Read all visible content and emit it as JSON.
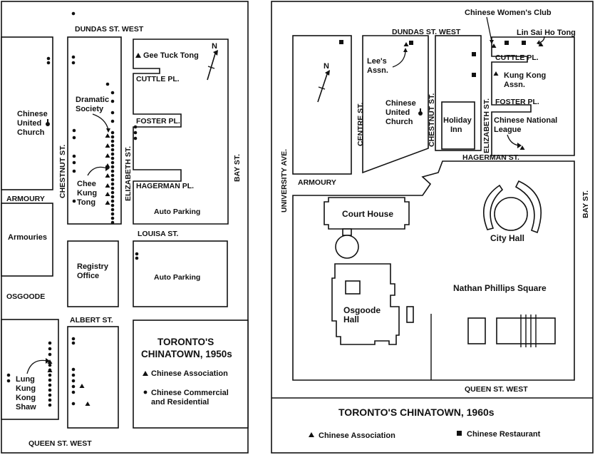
{
  "map1950": {
    "title_line1": "TORONTO'S",
    "title_line2": "CHINATOWN, 1950s",
    "north": "N",
    "streets": {
      "dundas": "DUNDAS ST. WEST",
      "queen": "QUEEN ST. WEST",
      "albert": "ALBERT ST.",
      "louisa": "LOUISA ST.",
      "chestnut": "CHESTNUT ST.",
      "elizabeth": "ELIZABETH ST.",
      "bay": "BAY ST.",
      "armoury": "ARMOURY",
      "osgoode": "OSGOODE",
      "cuttle": "CUTTLE PL.",
      "foster": "FOSTER PL.",
      "hagerman": "HAGERMAN PL."
    },
    "places": {
      "gee_tuck_tong": "Gee Tuck Tong",
      "dramatic_l1": "Dramatic",
      "dramatic_l2": "Society",
      "chinese_united_l1": "Chinese",
      "chinese_united_l2": "United",
      "chinese_united_l3": "Church",
      "chee_kung_l1": "Chee",
      "chee_kung_l2": "Kung",
      "chee_kung_l3": "Tong",
      "auto_parking_1": "Auto Parking",
      "auto_parking_2": "Auto Parking",
      "armouries": "Armouries",
      "registry_l1": "Registry",
      "registry_l2": "Office",
      "lung_kung_l1": "Lung",
      "lung_kung_l2": "Kung",
      "lung_kung_l3": "Kong",
      "lung_kung_l4": "Shaw"
    },
    "legend": {
      "association": "Chinese Association",
      "commercial_l1": "Chinese Commercial",
      "commercial_l2": "and Residential"
    }
  },
  "map1960": {
    "title": "TORONTO'S CHINATOWN, 1960s",
    "north": "N",
    "streets": {
      "dundas": "DUNDAS ST. WEST",
      "queen": "QUEEN ST. WEST",
      "university": "UNIVERSITY AVE.",
      "centre": "CENTRE ST.",
      "chestnut": "CHESTNUT ST.",
      "elizabeth": "ELIZABETH ST.",
      "bay": "BAY ST.",
      "hagerman": "HAGERMAN ST.",
      "armoury": "ARMOURY",
      "cuttle": "CUTTLE PL.",
      "foster": "FOSTER PL."
    },
    "places": {
      "womens_club": "Chinese Women's Club",
      "lin_sai": "Lin Sai Ho Tong",
      "lees_l1": "Lee's",
      "lees_l2": "Assn.",
      "kung_kong_l1": "Kung Kong",
      "kung_kong_l2": "Assn.",
      "national_l1": "Chinese National",
      "national_l2": "League",
      "church_l1": "Chinese",
      "church_l2": "United",
      "church_l3": "Church",
      "holiday_l1": "Holiday",
      "holiday_l2": "Inn",
      "court_house": "Court House",
      "city_hall": "City Hall",
      "nathan_phillips": "Nathan Phillips Square",
      "osgoode_l1": "Osgoode",
      "osgoode_l2": "Hall"
    },
    "legend": {
      "association": "Chinese Association",
      "restaurant": "Chinese Restaurant"
    }
  }
}
